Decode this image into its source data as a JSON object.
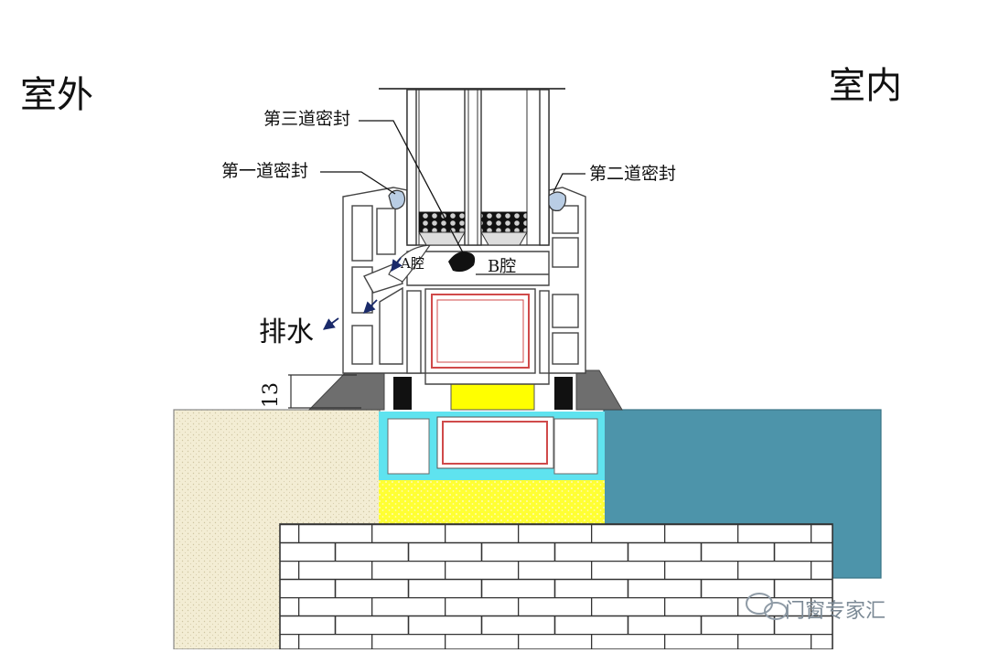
{
  "labels": {
    "outside": "室外",
    "inside": "室内",
    "seal_third": "第三道密封",
    "seal_first": "第一道密封",
    "seal_second": "第二道密封",
    "cavity_a": "A腔",
    "cavity_b": "B腔",
    "drainage": "排水",
    "dimension": "13"
  },
  "watermark": {
    "text": "门窗专家汇"
  },
  "colors": {
    "exterior_wall": "#f2ecd3",
    "interior_wall": "#4d94aa",
    "gasket": "#6e6e6e",
    "subframe_outline": "#5fe3ef",
    "foam": "#ffff33",
    "reinforcement": "#d04a4a",
    "brick_line": "#333333",
    "seal_black": "#111111"
  }
}
